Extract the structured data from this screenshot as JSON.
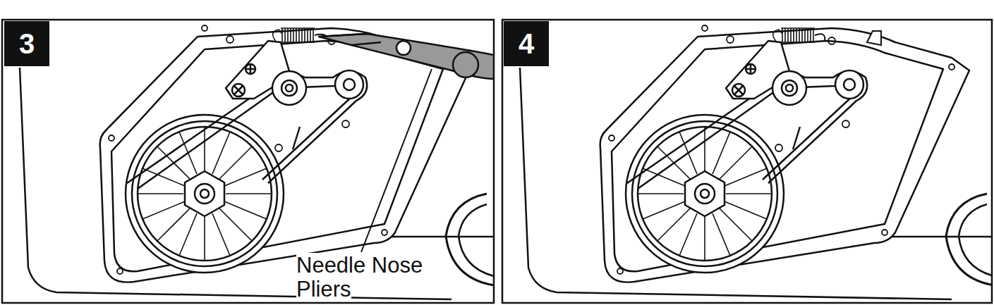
{
  "diagram": {
    "nodes": [
      {
        "text": [
          "3"
        ]
      },
      {
        "text": [
          "4"
        ]
      }
    ],
    "labels": [
      "Needle Nose Pliers"
    ]
  }
}
